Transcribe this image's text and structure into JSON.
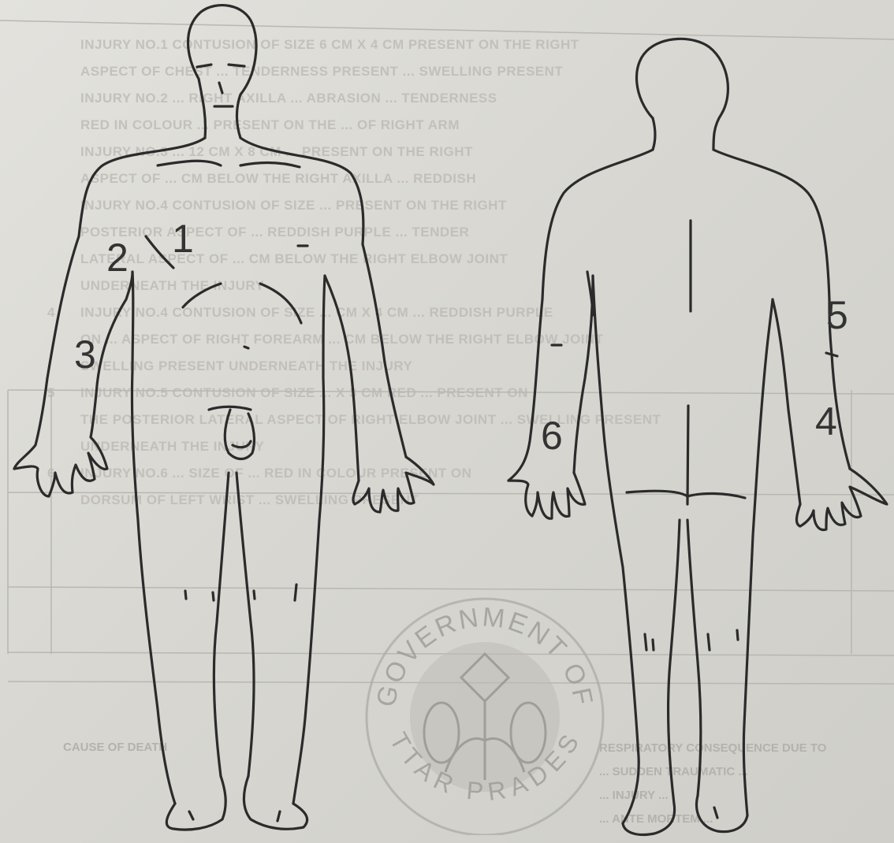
{
  "background_document": {
    "rows": [
      {
        "num": "",
        "text": "INJURY NO.1 CONTUSION OF SIZE 6 CM X 4 CM PRESENT ON THE RIGHT"
      },
      {
        "num": "",
        "text": "ASPECT OF CHEST ... TENDERNESS PRESENT ... SWELLING PRESENT"
      },
      {
        "num": "",
        "text": "INJURY NO.2 ... RIGHT AXILLA ... ABRASION ... TENDERNESS"
      },
      {
        "num": "",
        "text": "RED IN COLOUR ... PRESENT ON THE ... OF RIGHT ARM"
      },
      {
        "num": "",
        "text": "INJURY NO.3 ... 12 CM X 8 CM ... PRESENT ON THE RIGHT"
      },
      {
        "num": "",
        "text": "ASPECT OF ... CM BELOW THE RIGHT AXILLA ... REDDISH"
      },
      {
        "num": "",
        "text": "INJURY NO.4 CONTUSION OF SIZE ... PRESENT ON THE RIGHT"
      },
      {
        "num": "",
        "text": "POSTERIOR ASPECT OF ... REDDISH PURPLE ... TENDER"
      },
      {
        "num": "",
        "text": "LATERAL ASPECT OF ... CM BELOW THE RIGHT ELBOW JOINT"
      },
      {
        "num": "",
        "text": "UNDERNEATH THE INJURY"
      },
      {
        "num": "4",
        "text": "INJURY NO.4 CONTUSION OF SIZE ... CM X 4 CM ... REDDISH PURPLE"
      },
      {
        "num": "",
        "text": "ON ... ASPECT OF RIGHT FOREARM ... CM BELOW THE RIGHT ELBOW JOINT"
      },
      {
        "num": "",
        "text": "SWELLING PRESENT UNDERNEATH THE INJURY"
      },
      {
        "num": "5",
        "text": "INJURY NO.5 CONTUSION OF SIZE ... X 3 CM RED ... PRESENT ON"
      },
      {
        "num": "",
        "text": "THE POSTERIOR LATERAL ASPECT OF RIGHT ELBOW JOINT ... SWELLING PRESENT"
      },
      {
        "num": "",
        "text": "UNDERNEATH THE INJURY"
      },
      {
        "num": "6",
        "text": "INJURY NO.6 ... SIZE OF ... RED IN COLOUR PRESENT ON"
      },
      {
        "num": "",
        "text": "DORSUM OF LEFT WRIST ... SWELLING PRESENT"
      }
    ],
    "bottom_left": "CAUSE OF DEATH",
    "bottom_right_lines": [
      "RESPIRATORY CONSEQUENCE DUE TO",
      "... SUDDEN TRAUMATIC ...",
      "... INJURY ...",
      "... ANTE MORTEM ..."
    ]
  },
  "injury_markers": {
    "front": [
      {
        "label": "1"
      },
      {
        "label": "2"
      },
      {
        "label": "3"
      }
    ],
    "back": [
      {
        "label": "5"
      },
      {
        "label": "4"
      },
      {
        "label": "6"
      }
    ]
  },
  "seal": {
    "top_text": "GOVERNMENT OF",
    "bottom_text": "UTTAR PRADESH"
  },
  "colors": {
    "ink": "#2b2b2b",
    "paper": "#dddcd6",
    "seal": "#9c9b95"
  }
}
